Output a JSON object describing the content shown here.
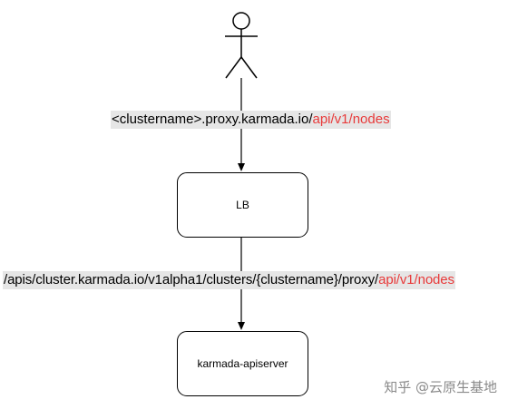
{
  "actor": {
    "icon": "stick-figure-user-icon"
  },
  "edges": {
    "top_label": {
      "prefix": "<clustername>.proxy.karmada.io/",
      "highlight": "api/v1/nodes"
    },
    "middle_label": {
      "prefix": "/apis/cluster.karmada.io/v1alpha1/clusters/{clustername}/proxy/",
      "highlight": "api/v1/nodes"
    }
  },
  "nodes": {
    "lb": "LB",
    "apiserver": "karmada-apiserver"
  },
  "watermark": "知乎 @云原生基地",
  "colors": {
    "highlight": "#e83a3a",
    "label_background": "#e6e6e6",
    "stroke": "#000000",
    "watermark": "#8a8a8a"
  }
}
